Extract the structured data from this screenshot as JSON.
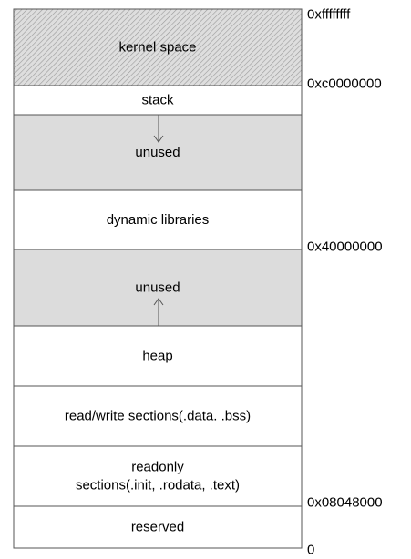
{
  "segments": [
    {
      "id": "kernel-space",
      "label": "kernel space",
      "fill": "hatched"
    },
    {
      "id": "stack",
      "label": "stack",
      "fill": "white"
    },
    {
      "id": "unused-upper",
      "label": "unused",
      "fill": "gray",
      "arrow": "down"
    },
    {
      "id": "dynamic-libraries",
      "label": "dynamic libraries",
      "fill": "white"
    },
    {
      "id": "unused-lower",
      "label": "unused",
      "fill": "gray",
      "arrow": "up"
    },
    {
      "id": "heap",
      "label": "heap",
      "fill": "white"
    },
    {
      "id": "read-write-sections",
      "label": "read/write sections(.data. .bss)",
      "fill": "white"
    },
    {
      "id": "readonly-sections",
      "label": "readonly",
      "label2": "sections(.init, .rodata, .text)",
      "fill": "white"
    },
    {
      "id": "reserved",
      "label": "reserved",
      "fill": "white"
    }
  ],
  "addresses": [
    {
      "id": "0xffffffff",
      "text": "0xffffffff"
    },
    {
      "id": "0xc0000000",
      "text": "0xc0000000"
    },
    {
      "id": "0x40000000",
      "text": "0x40000000"
    },
    {
      "id": "0x08048000",
      "text": "0x08048000"
    },
    {
      "id": "zero",
      "text": "0"
    }
  ],
  "colors": {
    "border": "#555555",
    "gray_fill": "#dcdcdc",
    "hatch_fill": "#dedede",
    "hatch_line": "#9a9a9a",
    "arrow": "#555555"
  }
}
